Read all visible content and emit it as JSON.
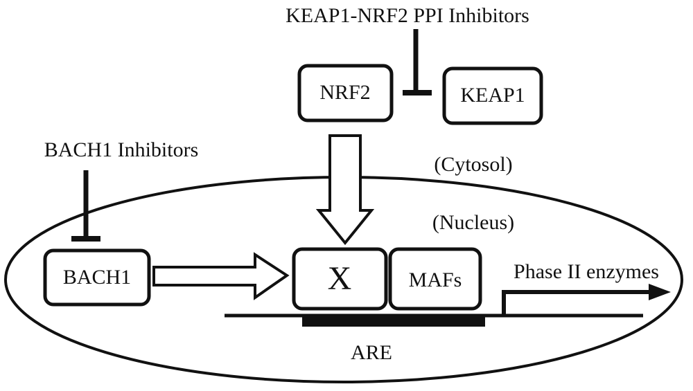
{
  "labels": {
    "keap1_nrf2_inhibitors": "KEAP1-NRF2 PPI Inhibitors",
    "bach1_inhibitors": "BACH1 Inhibitors",
    "cytosol": "(Cytosol)",
    "nucleus": "(Nucleus)",
    "phase2": "Phase II enzymes",
    "are": "ARE"
  },
  "boxes": {
    "nrf2": "NRF2",
    "keap1": "KEAP1",
    "bach1": "BACH1",
    "x": "X",
    "mafs": "MAFs"
  },
  "colors": {
    "ink": "#111111",
    "background": "#ffffff"
  }
}
